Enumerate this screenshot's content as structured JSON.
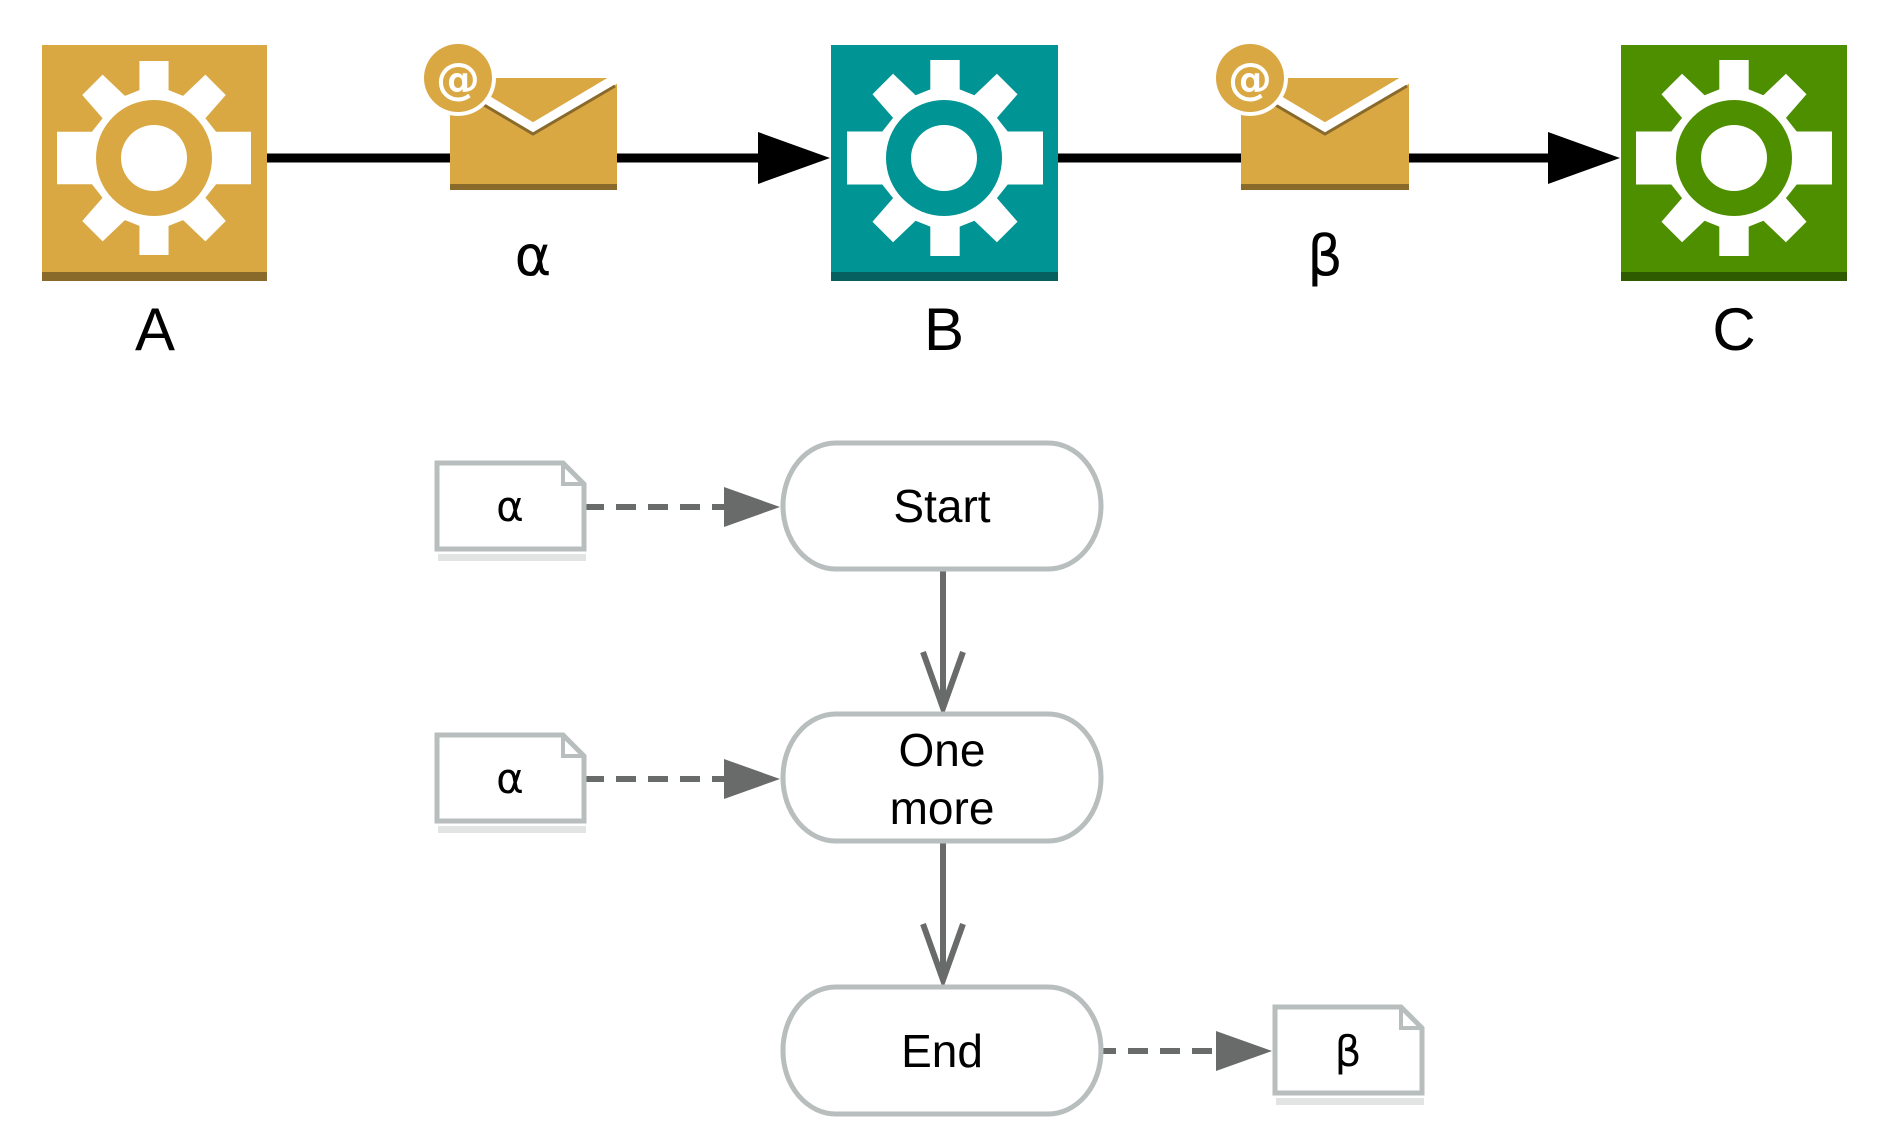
{
  "services": [
    {
      "label": "A",
      "color": "#d9a843",
      "dark": "#8a6a2a",
      "icon": "gear-icon"
    },
    {
      "label": "B",
      "color": "#009494",
      "dark": "#05605f",
      "icon": "gear-icon"
    },
    {
      "label": "C",
      "color": "#4e8f00",
      "dark": "#2e5a00",
      "icon": "gear-icon"
    }
  ],
  "messages": [
    {
      "label": "α",
      "icon": "email-envelope-icon",
      "color": "#d9a843"
    },
    {
      "label": "β",
      "icon": "email-envelope-icon",
      "color": "#d9a843"
    }
  ],
  "flow": {
    "steps": [
      "Start",
      "One",
      "more",
      "End"
    ],
    "inputs": [
      "α",
      "α"
    ],
    "output": "β"
  },
  "colors": {
    "arrow_main": "#000000",
    "arrow_flow": "#696b6b",
    "node_border": "#b8bdbd",
    "doc_shadow": "#e2e4e4"
  }
}
